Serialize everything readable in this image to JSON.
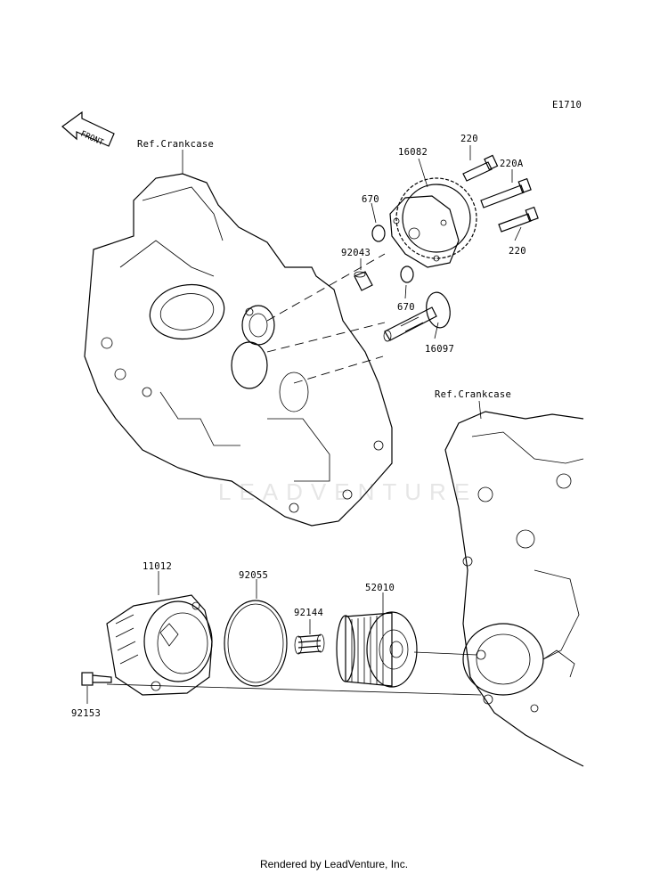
{
  "diagram_code": "E1710",
  "front_arrow_text": "FRONT",
  "watermark": "LEADVENTURE",
  "footer": "Rendered by LeadVenture, Inc.",
  "refs": {
    "crankcase_upper": "Ref.Crankcase",
    "crankcase_lower": "Ref.Crankcase"
  },
  "parts": {
    "p16082": "16082",
    "p220_top": "220",
    "p220a": "220A",
    "p220_bottom": "220",
    "p670_top": "670",
    "p92043": "92043",
    "p670_bottom": "670",
    "p16097": "16097",
    "p11012": "11012",
    "p92055": "92055",
    "p92144": "92144",
    "p52010": "52010",
    "p92153": "92153"
  }
}
